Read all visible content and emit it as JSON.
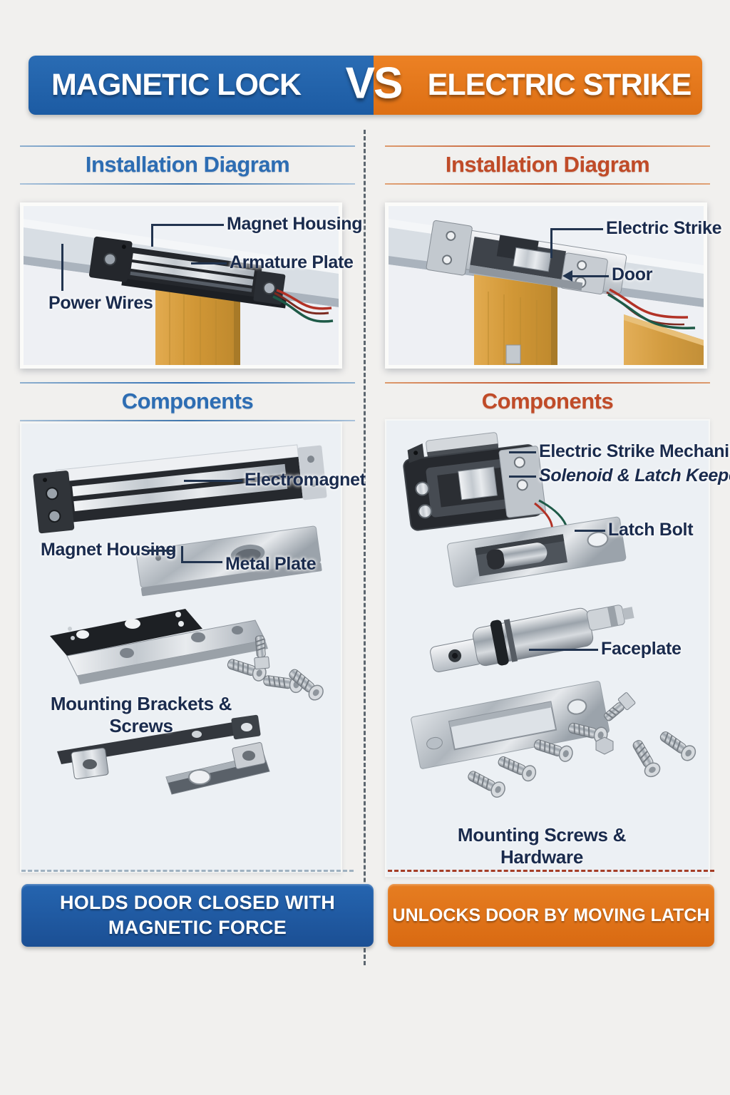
{
  "colors": {
    "header_blue": "#1f5ea8",
    "header_orange": "#e2741c",
    "title_blue": "#2d6db3",
    "title_orange": "#c04b28",
    "label_navy": "#1a2b4d",
    "divider_gray": "#5c666f",
    "banner_blue": "#1f5ca6",
    "banner_orange": "#e0711b",
    "wire_red": "#b23226",
    "wire_green": "#1e5a47",
    "wood": "#d8a044"
  },
  "header": {
    "left_title": "MAGNETIC LOCK",
    "vs_label": "VS",
    "right_title": "ELECTRIC STRIKE"
  },
  "magnetic": {
    "installation": {
      "title": "Installation Diagram",
      "labels": {
        "magnet_housing": "Magnet Housing",
        "armature_plate": "Armature Plate",
        "power_wires": "Power Wires"
      }
    },
    "components": {
      "title": "Components",
      "labels": {
        "electromagnet": "Electromagnet",
        "magnet_housing": "Magnet Housing",
        "metal_plate": "Metal Plate",
        "mounting": "Mounting Brackets & Screws"
      }
    },
    "banner": "HOLDS DOOR CLOSED WITH MAGNETIC FORCE"
  },
  "electric": {
    "installation": {
      "title": "Installation Diagram",
      "labels": {
        "electric_strike": "Electric Strike",
        "door": "Door"
      }
    },
    "components": {
      "title": "Components",
      "labels": {
        "mechanism": "Electric Strike Mechanism",
        "solenoid": "Solenoid & Latch Keeper",
        "latch_bolt": "Latch Bolt",
        "faceplate": "Faceplate",
        "mounting": "Mounting Screws & Hardware"
      }
    },
    "banner": "UNLOCKS DOOR BY MOVING LATCH"
  }
}
